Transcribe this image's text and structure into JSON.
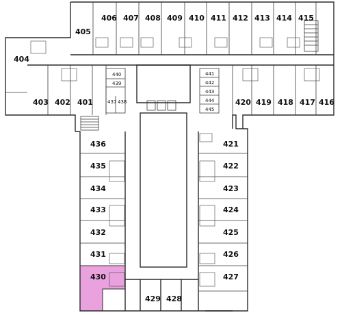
{
  "highlight_color": "#e9a2dd",
  "rooms": {
    "r405": "405",
    "r406": "406",
    "r407": "407",
    "r408": "408",
    "r409": "409",
    "r410": "410",
    "r411": "411",
    "r412": "412",
    "r413": "413",
    "r414": "414",
    "r415": "415",
    "r404": "404",
    "r403": "403",
    "r402": "402",
    "r401": "401",
    "r420": "420",
    "r419": "419",
    "r418": "418",
    "r417": "417",
    "r416": "416",
    "r436": "436",
    "r435": "435",
    "r434": "434",
    "r433": "433",
    "r432": "432",
    "r431": "431",
    "r430": "430",
    "r421": "421",
    "r422": "422",
    "r423": "423",
    "r424": "424",
    "r425": "425",
    "r426": "426",
    "r427": "427",
    "r429": "429",
    "r428": "428"
  },
  "small_rooms": {
    "r440": "440",
    "r439": "439",
    "r438": "438",
    "r437": "437",
    "r441": "441",
    "r442": "442",
    "r443": "443",
    "r444": "444",
    "r445": "445"
  }
}
